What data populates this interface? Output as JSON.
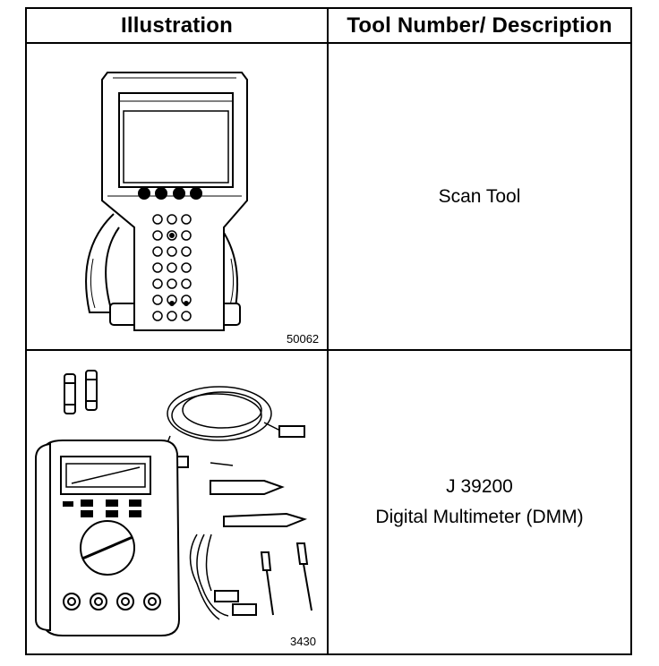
{
  "table": {
    "headers": {
      "illustration": "Illustration",
      "tool": "Tool Number/ Description"
    },
    "rows": [
      {
        "illustration_icon": "scan-tool-illustration",
        "figure_number": "50062",
        "tool_number": "",
        "description": "Scan Tool"
      },
      {
        "illustration_icon": "digital-multimeter-illustration",
        "figure_number": "3430",
        "tool_number": "J 39200",
        "description": "Digital Multimeter (DMM)"
      }
    ]
  }
}
